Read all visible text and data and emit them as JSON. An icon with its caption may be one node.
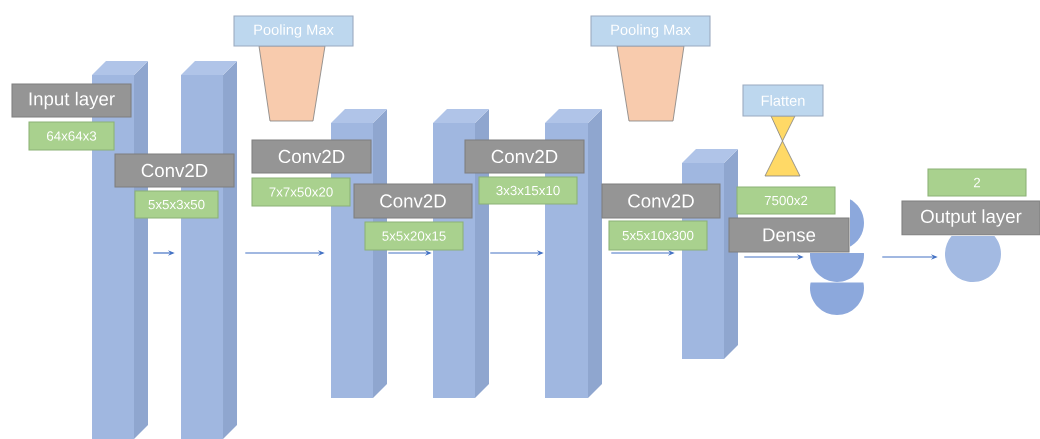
{
  "diagram": {
    "nodes": [
      {
        "text": [
          "Input layer"
        ]
      },
      {
        "text": [
          "64x64x3"
        ]
      },
      {
        "text": [],
        "shape": "bar"
      },
      {
        "text": [
          "Conv2D"
        ]
      },
      {
        "text": [
          "5x5x3x50"
        ]
      },
      {
        "text": [],
        "shape": "bar"
      },
      {
        "text": [
          "Pooling Max"
        ]
      },
      {
        "text": [
          "Conv2D"
        ]
      },
      {
        "text": [
          "7x7x50x20"
        ]
      },
      {
        "text": [],
        "shape": "bar"
      },
      {
        "text": [
          "Conv2D"
        ]
      },
      {
        "text": [
          "5x5x20x15"
        ]
      },
      {
        "text": [],
        "shape": "bar"
      },
      {
        "text": [
          "Conv2D"
        ]
      },
      {
        "text": [
          "3x3x15x10"
        ]
      },
      {
        "text": [],
        "shape": "bar"
      },
      {
        "text": [
          "Pooling Max"
        ]
      },
      {
        "text": [
          "Conv2D"
        ]
      },
      {
        "text": [
          "5x5x10x300"
        ]
      },
      {
        "text": [],
        "shape": "bar"
      },
      {
        "text": [
          "Flatten"
        ]
      },
      {
        "text": [
          "7500x2"
        ]
      },
      {
        "text": [
          "Dense"
        ]
      },
      {
        "text": [],
        "shape": "circle"
      },
      {
        "text": [],
        "shape": "circle"
      },
      {
        "text": [],
        "shape": "circle"
      },
      {
        "text": [
          "2"
        ]
      },
      {
        "text": [
          "Output layer"
        ]
      },
      {
        "text": [],
        "shape": "circle"
      },
      {
        "text": [],
        "shape": "trapezoid"
      },
      {
        "text": [],
        "shape": "trapezoid"
      },
      {
        "text": [],
        "shape": "hourglass"
      }
    ],
    "edges": [
      {
        "from": 2,
        "to": 5,
        "arrow": "to"
      },
      {
        "from": 5,
        "to": 9,
        "arrow": "to"
      },
      {
        "from": 9,
        "to": 12,
        "arrow": "to"
      },
      {
        "from": 12,
        "to": 15,
        "arrow": "to"
      },
      {
        "from": 15,
        "to": 19,
        "arrow": "to"
      },
      {
        "from": 19,
        "to": 24,
        "arrow": "to"
      },
      {
        "from": 24,
        "to": 28,
        "arrow": "to"
      }
    ]
  }
}
